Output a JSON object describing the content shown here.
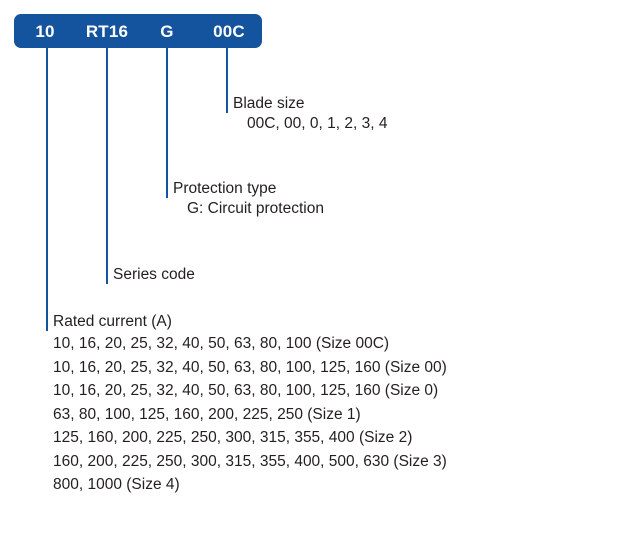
{
  "code_bar": {
    "segments": [
      {
        "text": "10",
        "name": "code-segment-rated-current"
      },
      {
        "text": "RT16",
        "name": "code-segment-series"
      },
      {
        "text": "G",
        "name": "code-segment-protection"
      },
      {
        "text": "00C",
        "name": "code-segment-blade-size"
      }
    ],
    "color": "#14539e"
  },
  "blade_size": {
    "heading": "Blade size",
    "values": "00C, 00, 0, 1, 2, 3, 4"
  },
  "protection_type": {
    "heading": "Protection type",
    "values": "G: Circuit protection"
  },
  "series_code": {
    "heading": "Series code"
  },
  "rated_current": {
    "heading": "Rated current (A)",
    "lines": [
      "10, 16, 20, 25, 32, 40, 50, 63, 80, 100 (Size 00C)",
      "10, 16, 20, 25, 32, 40, 50, 63, 80, 100, 125, 160 (Size 00)",
      "10, 16, 20, 25, 32, 40, 50, 63, 80, 100, 125, 160 (Size 0)",
      "63, 80, 100, 125, 160, 200, 225, 250 (Size 1)",
      "125, 160, 200, 225, 250, 300, 315, 355, 400 (Size 2)",
      "160, 200, 225, 250, 300, 315, 355, 400, 500, 630 (Size 3)",
      "800, 1000 (Size 4)"
    ]
  }
}
